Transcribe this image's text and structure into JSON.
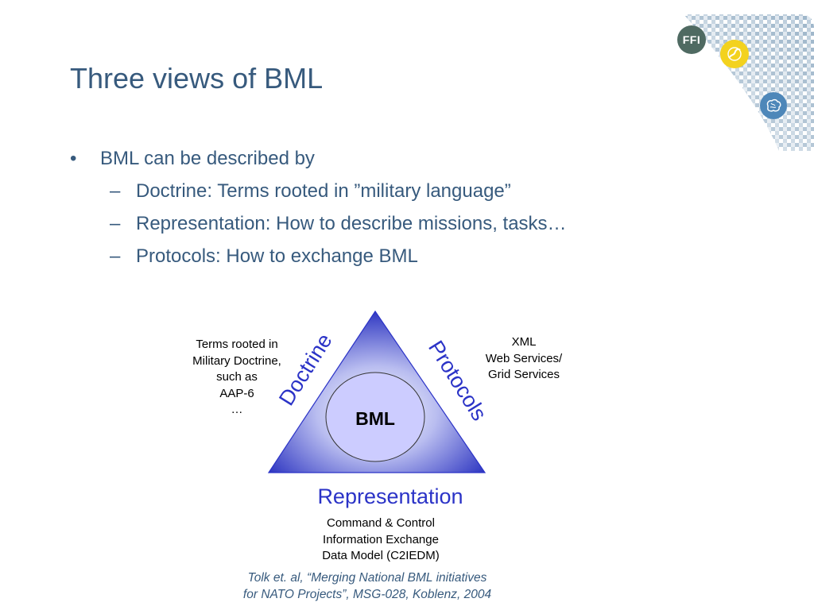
{
  "slide": {
    "title": "Three views of BML"
  },
  "bullets": {
    "main_mark": "•",
    "main_text": "BML can be described by",
    "sub_mark": "–",
    "sub_items": [
      "Doctrine: Terms rooted in ”military language”",
      "Representation: How to describe missions, tasks…",
      "Protocols: How to exchange BML"
    ]
  },
  "diagram": {
    "center_label": "BML",
    "left_edge_label": "Doctrine",
    "right_edge_label": "Protocols",
    "bottom_label": "Representation",
    "left_note": [
      "Terms rooted in",
      "Military Doctrine,",
      "such as",
      "AAP-6",
      "…"
    ],
    "right_note": [
      "XML",
      "Web Services/",
      "Grid Services"
    ],
    "bottom_note": [
      "Command & Control",
      "Information Exchange",
      "Data Model (C2IEDM)"
    ],
    "edge_color": "#2b33c7",
    "triangle_dark": "#3038c2",
    "triangle_light": "#ffffff",
    "ellipse_fill": "#ccccff"
  },
  "logos": {
    "ffi_text": "FFI"
  },
  "citation": {
    "lines": [
      "Tolk et. al, “Merging National BML initiatives",
      "for NATO Projects”, MSG-028, Koblenz, 2004"
    ]
  },
  "colors": {
    "title": "#375a7d",
    "text": "#375a7d",
    "accent_blue": "#2b33c7"
  }
}
